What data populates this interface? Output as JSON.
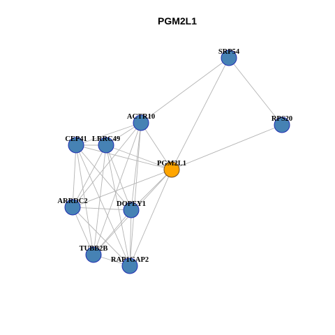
{
  "title": "PGM2L1",
  "colors": {
    "node_fill": "#4682b4",
    "node_stroke": "#1f2db0",
    "focus_fill": "#ffa500",
    "focus_stroke": "#6b4a2a",
    "edge": "#b3b3b3",
    "background": "#ffffff"
  },
  "graph": {
    "focus": "PGM2L1",
    "nodes": [
      {
        "id": "SRP54",
        "label": "SRP54"
      },
      {
        "id": "RPS20",
        "label": "RPS20"
      },
      {
        "id": "ACTR10",
        "label": "ACTR10"
      },
      {
        "id": "CEP41",
        "label": "CEP41"
      },
      {
        "id": "LRRC49",
        "label": "LRRC49"
      },
      {
        "id": "PGM2L1",
        "label": "PGM2L1"
      },
      {
        "id": "ARRDC2",
        "label": "ARRDC2"
      },
      {
        "id": "DOPEY1",
        "label": "DOPEY1"
      },
      {
        "id": "TUBB2B",
        "label": "TUBB2B"
      },
      {
        "id": "RAP1GAP2",
        "label": "RAP1GAP2"
      }
    ],
    "edges": [
      [
        "SRP54",
        "RPS20"
      ],
      [
        "SRP54",
        "ACTR10"
      ],
      [
        "SRP54",
        "PGM2L1"
      ],
      [
        "RPS20",
        "PGM2L1"
      ],
      [
        "ACTR10",
        "CEP41"
      ],
      [
        "ACTR10",
        "LRRC49"
      ],
      [
        "ACTR10",
        "PGM2L1"
      ],
      [
        "ACTR10",
        "ARRDC2"
      ],
      [
        "ACTR10",
        "DOPEY1"
      ],
      [
        "ACTR10",
        "TUBB2B"
      ],
      [
        "ACTR10",
        "RAP1GAP2"
      ],
      [
        "CEP41",
        "LRRC49"
      ],
      [
        "CEP41",
        "PGM2L1"
      ],
      [
        "CEP41",
        "ARRDC2"
      ],
      [
        "CEP41",
        "DOPEY1"
      ],
      [
        "CEP41",
        "TUBB2B"
      ],
      [
        "CEP41",
        "RAP1GAP2"
      ],
      [
        "LRRC49",
        "PGM2L1"
      ],
      [
        "LRRC49",
        "ARRDC2"
      ],
      [
        "LRRC49",
        "DOPEY1"
      ],
      [
        "LRRC49",
        "TUBB2B"
      ],
      [
        "LRRC49",
        "RAP1GAP2"
      ],
      [
        "PGM2L1",
        "ARRDC2"
      ],
      [
        "PGM2L1",
        "DOPEY1"
      ],
      [
        "PGM2L1",
        "TUBB2B"
      ],
      [
        "PGM2L1",
        "RAP1GAP2"
      ],
      [
        "ARRDC2",
        "DOPEY1"
      ],
      [
        "ARRDC2",
        "TUBB2B"
      ],
      [
        "ARRDC2",
        "RAP1GAP2"
      ],
      [
        "DOPEY1",
        "TUBB2B"
      ],
      [
        "DOPEY1",
        "RAP1GAP2"
      ],
      [
        "TUBB2B",
        "RAP1GAP2"
      ]
    ]
  }
}
